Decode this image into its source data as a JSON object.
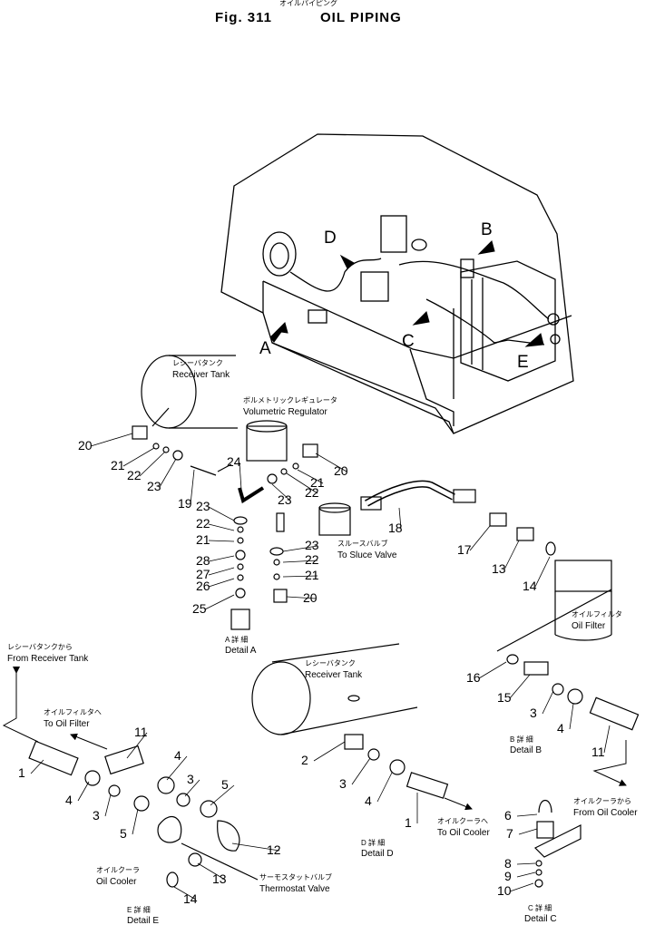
{
  "header": {
    "kana": "オイルパイピング",
    "fig": "Fig. 311",
    "title": "OIL PIPING"
  },
  "detail_letters": [
    "A",
    "B",
    "C",
    "D",
    "E"
  ],
  "callouts": [
    {
      "id": "receiver_tank_top",
      "jp": "レシーバタンク",
      "en": "Receiver Tank"
    },
    {
      "id": "volumetric_regulator",
      "jp": "ボルメトリックレギュレータ",
      "en": "Volumetric Regulator"
    },
    {
      "id": "sluce_valve",
      "jp": "スルースバルブ",
      "en": "To Sluce Valve"
    },
    {
      "id": "oil_filter",
      "jp": "オイルフィルタ",
      "en": "Oil Filter"
    },
    {
      "id": "from_receiver_tank",
      "jp": "レシーバタンクから",
      "en": "From Receiver Tank"
    },
    {
      "id": "to_oil_filter",
      "jp": "オイルフィルタへ",
      "en": "To Oil Filter"
    },
    {
      "id": "receiver_tank_mid",
      "jp": "レシーバタンク",
      "en": "Receiver Tank"
    },
    {
      "id": "to_oil_cooler",
      "jp": "オイルクーラへ",
      "en": "To Oil Cooler"
    },
    {
      "id": "from_oil_cooler",
      "jp": "オイルクーラから",
      "en": "From Oil Cooler"
    },
    {
      "id": "oil_cooler",
      "jp": "オイルクーラ",
      "en": "Oil Cooler"
    },
    {
      "id": "thermostat_valve",
      "jp": "サーモスタットバルブ",
      "en": "Thermostat Valve"
    }
  ],
  "details": [
    {
      "id": "A",
      "jp": "A 詳 細",
      "en": "Detail A"
    },
    {
      "id": "B",
      "jp": "B 詳 細",
      "en": "Detail B"
    },
    {
      "id": "C",
      "jp": "C 詳 細",
      "en": "Detail C"
    },
    {
      "id": "D",
      "jp": "D 詳 細",
      "en": "Detail D"
    },
    {
      "id": "E",
      "jp": "E 詳 細",
      "en": "Detail E"
    }
  ],
  "part_numbers": [
    "20",
    "21",
    "22",
    "23",
    "19",
    "24",
    "20",
    "22",
    "23",
    "21",
    "23",
    "22",
    "21",
    "28",
    "27",
    "26",
    "25",
    "23",
    "22",
    "21",
    "20",
    "18",
    "17",
    "13",
    "14",
    "16",
    "15",
    "3",
    "4",
    "11",
    "1",
    "4",
    "3",
    "5",
    "11",
    "4",
    "3",
    "5",
    "12",
    "13",
    "14",
    "2",
    "3",
    "4",
    "1",
    "6",
    "7",
    "8",
    "9",
    "10"
  ]
}
